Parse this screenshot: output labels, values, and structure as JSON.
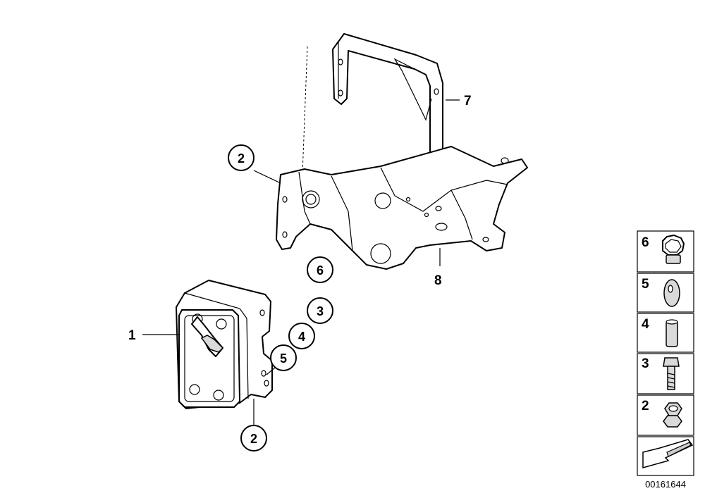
{
  "callouts": {
    "part_1": "1",
    "part_7": "7",
    "part_8": "8",
    "circled_2_top": "2",
    "circled_6": "6",
    "circled_3": "3",
    "circled_4": "4",
    "circled_5": "5",
    "circled_2_bottom": "2"
  },
  "legend": {
    "items": [
      {
        "number": "6",
        "icon": "clip-nut-icon"
      },
      {
        "number": "5",
        "icon": "washer-icon"
      },
      {
        "number": "4",
        "icon": "sleeve-icon"
      },
      {
        "number": "3",
        "icon": "bolt-icon"
      },
      {
        "number": "2",
        "icon": "hex-nut-icon"
      }
    ],
    "footer_icon": "pointer-arrow-icon"
  },
  "reference_number": "00161644"
}
